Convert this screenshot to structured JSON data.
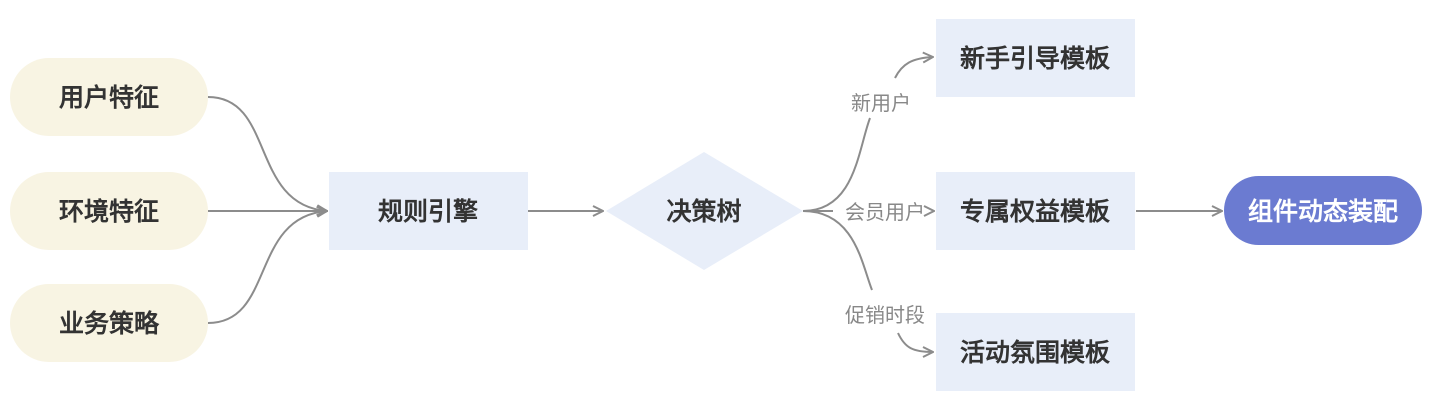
{
  "colors": {
    "input_fill": "#f8f4e3",
    "process_fill": "#e8eef9",
    "decision_fill": "#e8eef9",
    "output_fill": "#6b7bd1",
    "edge": "#8c8c8c",
    "text": "#333333",
    "label": "#888888"
  },
  "inputs": [
    {
      "label": "用户特征"
    },
    {
      "label": "环境特征"
    },
    {
      "label": "业务策略"
    }
  ],
  "engine": {
    "label": "规则引擎"
  },
  "decision": {
    "label": "决策树"
  },
  "branches": [
    {
      "label": "新用户",
      "target": "新手引导模板"
    },
    {
      "label": "会员用户",
      "target": "专属权益模板"
    },
    {
      "label": "促销时段",
      "target": "活动氛围模板"
    }
  ],
  "output": {
    "label": "组件动态装配"
  }
}
